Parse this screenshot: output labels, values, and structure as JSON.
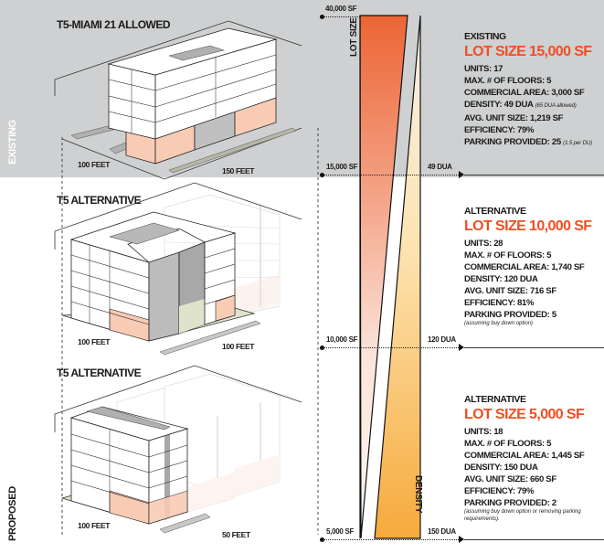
{
  "side_labels": {
    "existing": "EXISTING",
    "proposed": "PROPOSED"
  },
  "sections": [
    {
      "title": "T5-MIAMI 21 ALLOWED",
      "width_label": "100 FEET",
      "depth_label": "150 FEET"
    },
    {
      "title": "T5 ALTERNATIVE",
      "width_label": "100 FEET",
      "depth_label": "100 FEET"
    },
    {
      "title": "T5 ALTERNATIVE",
      "width_label": "100 FEET",
      "depth_label": "50 FEET"
    }
  ],
  "scale": {
    "lot_size_axis_label": "LOT SIZE",
    "density_axis_label": "DENSITY",
    "lot_ticks": [
      "40,000 SF",
      "15,000 SF",
      "10,000 SF",
      "5,000 SF"
    ],
    "density_ticks": [
      "49 DUA",
      "120 DUA",
      "150 DUA"
    ],
    "colors": {
      "lot_top": "#ec6535",
      "lot_bottom": "#fdf3ef",
      "density_top": "#f3ead8",
      "density_bottom": "#f6aa3c",
      "headline": "#f04e23",
      "existing_band": "#cfd0d1",
      "commercial": "#f8cbb5"
    }
  },
  "info": [
    {
      "kind": "EXISTING",
      "lot_size": "LOT SIZE 15,000 SF",
      "units": "UNITS: 17",
      "floors": "MAX. # OF FLOORS: 5",
      "commercial": "COMMERCIAL AREA: 3,000 SF",
      "density": "DENSITY: 49 DUA",
      "density_note": "(65 DUA allowed)",
      "avg_unit": "AVG. UNIT SIZE: 1,219 SF",
      "efficiency": "EFFICIENCY: 79%",
      "parking": "PARKING PROVIDED: 25",
      "parking_note": "(1.5 per DU)"
    },
    {
      "kind": "ALTERNATIVE",
      "lot_size": "LOT SIZE 10,000 SF",
      "units": "UNITS: 28",
      "floors": "MAX. # OF FLOORS: 5",
      "commercial": "COMMERCIAL AREA: 1,740 SF",
      "density": "DENSITY: 120 DUA",
      "avg_unit": "AVG. UNIT SIZE: 716 SF",
      "efficiency": "EFFICIENCY: 81%",
      "parking": "PARKING PROVIDED: 5",
      "parking_subnote": "(assuming buy down option)"
    },
    {
      "kind": "ALTERNATIVE",
      "lot_size": "LOT SIZE 5,000 SF",
      "units": "UNITS: 18",
      "floors": "MAX. # OF FLOORS: 5",
      "commercial": "COMMERCIAL AREA: 1,445 SF",
      "density": "DENSITY: 150 DUA",
      "avg_unit": "AVG. UNIT SIZE: 660 SF",
      "efficiency": "EFFICIENCY: 79%",
      "parking": "PARKING PROVIDED: 2",
      "parking_subnote": "(assuming buy down option or removing parking requirements)."
    }
  ]
}
